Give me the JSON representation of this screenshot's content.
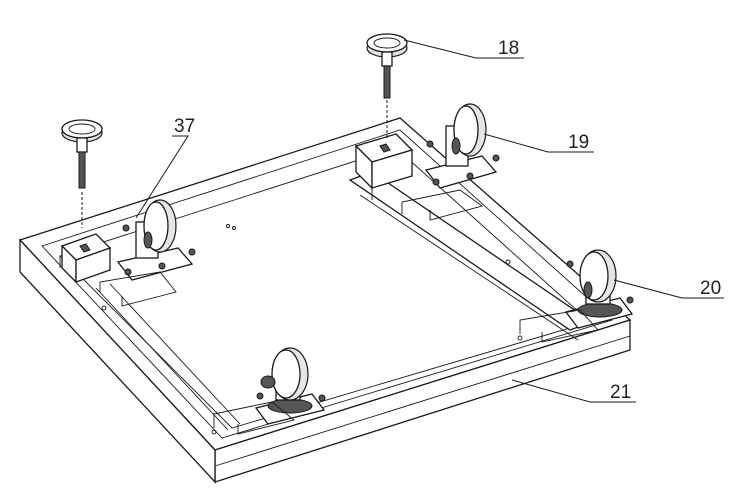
{
  "callouts": {
    "c18": "18",
    "c19": "19",
    "c20": "20",
    "c21": "21",
    "c37": "37"
  }
}
